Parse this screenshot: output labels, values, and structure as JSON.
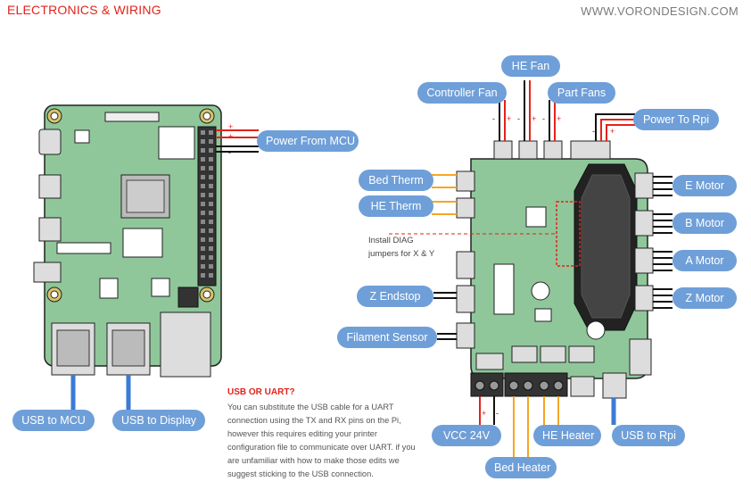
{
  "header": {
    "section_title": "ELECTRONICS & WIRING",
    "site_url": "WWW.VORONDESIGN.COM"
  },
  "labels": {
    "controller_fan": "Controller Fan",
    "he_fan": "HE Fan",
    "part_fans": "Part Fans",
    "power_to_rpi": "Power To Rpi",
    "power_from_mcu": "Power From MCU",
    "bed_therm": "Bed Therm",
    "he_therm": "HE Therm",
    "e_motor": "E Motor",
    "b_motor": "B Motor",
    "a_motor": "A Motor",
    "z_motor": "Z Motor",
    "z_endstop": "Z Endstop",
    "filament_sensor": "Filament Sensor",
    "vcc_24v": "VCC 24V",
    "he_heater": "HE Heater",
    "bed_heater": "Bed Heater",
    "usb_to_rpi": "USB to Rpi",
    "usb_to_mcu": "USB to MCU",
    "usb_to_display": "USB to Display"
  },
  "diag_note": {
    "line1": "Install DIAG",
    "line2": "jumpers for X & Y"
  },
  "usb_uart_note": {
    "title": "USB OR UART?",
    "body": "You can substitute the USB cable for a UART connection using the TX and RX pins on the Pi, however this requires editing your printer configuration file to communicate over UART. if you are unfamiliar with how to make those edits we suggest sticking to the USB connection."
  },
  "polarity": {
    "plus": "+",
    "minus": "-"
  },
  "colors": {
    "accent_red": "#e2231a",
    "pill_blue": "#6f9fd8",
    "pcb_green": "#8fc79a",
    "wire_red": "#e2231a",
    "wire_orange": "#f5a623",
    "wire_blue": "#3a7bd5",
    "wire_black": "#111111"
  }
}
